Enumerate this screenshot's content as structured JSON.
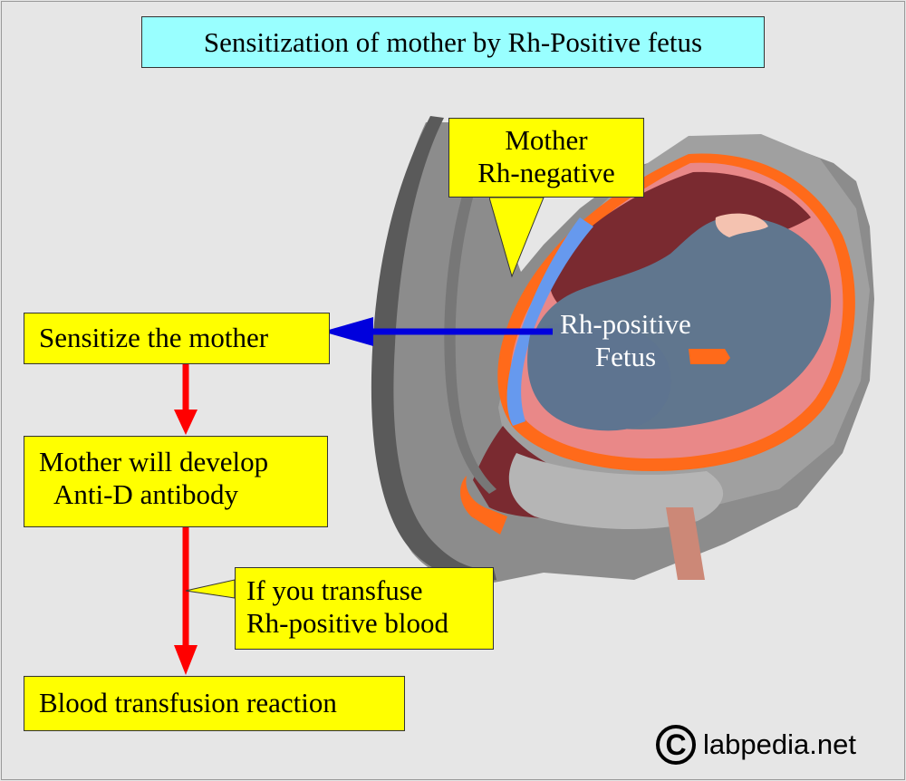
{
  "title": "Sensitization of mother by Rh-Positive fetus",
  "mother_box": {
    "line1": "Mother",
    "line2": "Rh-negative"
  },
  "fetus_label": {
    "line1": "Rh-positive",
    "line2": "Fetus"
  },
  "steps": {
    "sensitize": "Sensitize the mother",
    "develop_line1": "Mother will develop",
    "develop_line2": "Anti-D antibody",
    "transfuse_line1": "If you transfuse",
    "transfuse_line2": "Rh-positive blood",
    "reaction": "Blood transfusion reaction"
  },
  "footer": {
    "copyright_symbol": "C",
    "site": "labpedia.net"
  },
  "colors": {
    "background": "#e6e6e6",
    "title_fill": "#99ffff",
    "box_fill": "#ffff00",
    "flow_arrow": "#ff0000",
    "sensitize_arrow": "#0000dd"
  }
}
